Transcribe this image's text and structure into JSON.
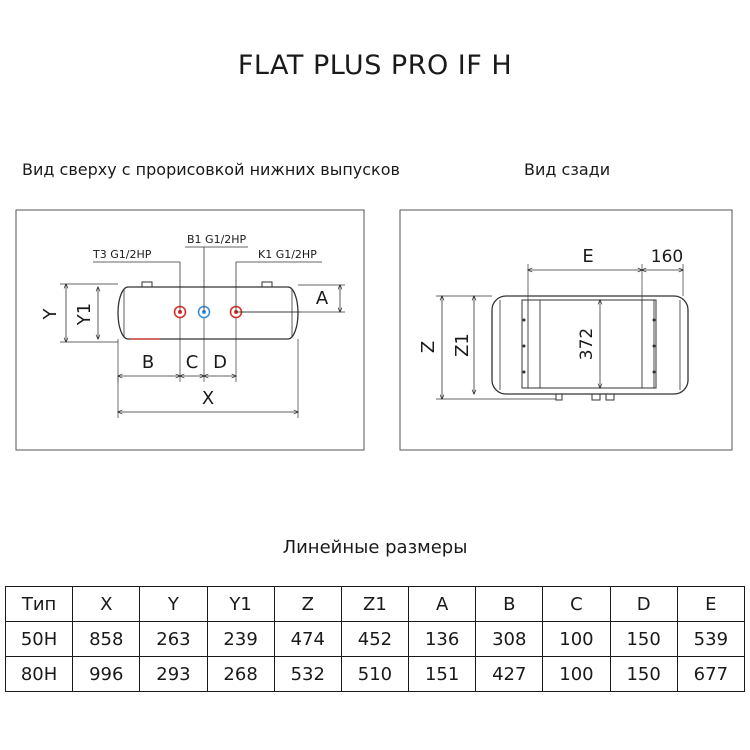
{
  "title": "FLAT PLUS PRO IF H",
  "captions": {
    "top_view": "Вид сверху с прорисовкой нижних выпусков",
    "back_view": "Вид сзади",
    "dimensions": "Линейные размеры"
  },
  "top_view": {
    "pipe_labels": {
      "t3": "T3 G1/2HP",
      "b1": "B1 G1/2HP",
      "k1": "K1 G1/2HP"
    },
    "dimension_labels": {
      "y": "Y",
      "y1": "Y1",
      "a": "A",
      "b": "B",
      "c": "C",
      "d": "D",
      "x": "X"
    },
    "pipe_colors": {
      "t3": "#d9302c",
      "b1": "#3a8fd9",
      "k1": "#d9302c"
    }
  },
  "back_view": {
    "dimension_labels": {
      "e": "E",
      "e_value": "160",
      "z": "Z",
      "z1": "Z1",
      "height": "372"
    }
  },
  "table": {
    "headers": [
      "Тип",
      "X",
      "Y",
      "Y1",
      "Z",
      "Z1",
      "A",
      "B",
      "C",
      "D",
      "E"
    ],
    "rows": [
      [
        "50H",
        "858",
        "263",
        "239",
        "474",
        "452",
        "136",
        "308",
        "100",
        "150",
        "539"
      ],
      [
        "80H",
        "996",
        "293",
        "268",
        "532",
        "510",
        "151",
        "427",
        "100",
        "150",
        "677"
      ]
    ]
  }
}
